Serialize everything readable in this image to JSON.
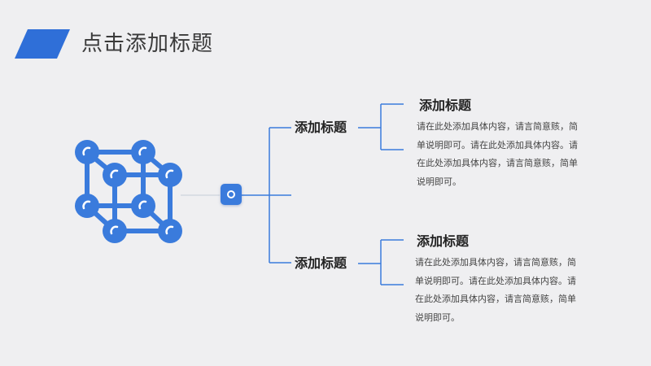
{
  "slide": {
    "title": "点击添加标题",
    "accent_color": "#2f6fd8"
  },
  "branches": [
    {
      "label": "添加标题",
      "card": {
        "title": "添加标题",
        "body": "请在此处添加具体内容，请言简意赅，简单说明即可。请在此处添加具体内容。请在此处添加具体内容，请言简意赅，简单说明即可。"
      }
    },
    {
      "label": "添加标题",
      "card": {
        "title": "添加标题",
        "body": "请在此处添加具体内容，请言简意赅，简单说明即可。请在此处添加具体内容。请在此处添加具体内容，请言简意赅，简单说明即可。"
      }
    }
  ],
  "icons": {
    "title_mark": "parallelogram-mark-icon",
    "cube": "molecule-cube-icon",
    "center_node": "ring-node-icon"
  }
}
